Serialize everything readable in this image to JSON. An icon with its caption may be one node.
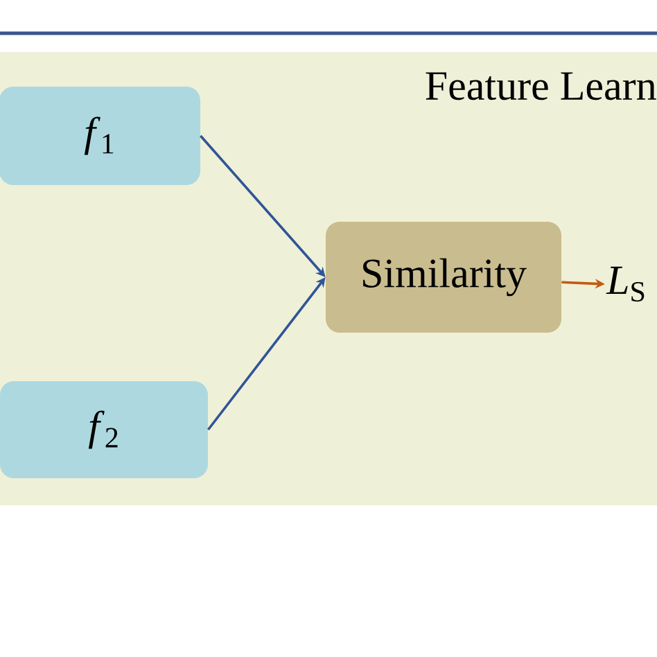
{
  "diagram": {
    "nodes": [
      {
        "text": [
          "Feature Learn"
        ]
      },
      {
        "text": [
          "*f*$_{1}$"
        ],
        "in": 0
      },
      {
        "text": [
          "*f*$_{2}$"
        ],
        "in": 0
      },
      {
        "text": [
          "Similarity"
        ],
        "in": 0
      },
      {
        "text": [
          "*L*$_{S}$"
        ],
        "in": 0
      }
    ],
    "edges": [
      {
        "from": 1,
        "to": 3,
        "arrow": "to"
      },
      {
        "from": 2,
        "to": 3,
        "arrow": "to"
      },
      {
        "from": 3,
        "to": 4,
        "arrow": "to",
        "color": "#c55a11"
      }
    ]
  }
}
